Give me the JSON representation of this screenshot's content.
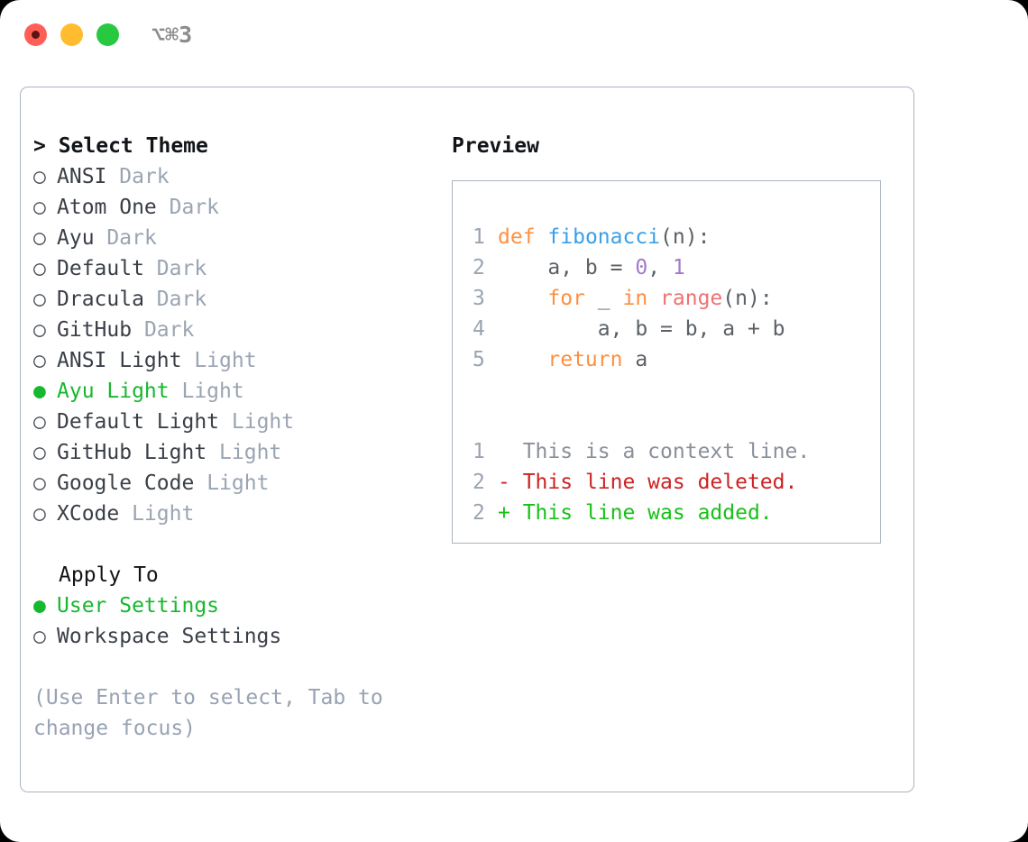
{
  "titlebar": {
    "shortcut": "⌥⌘3",
    "dots": [
      {
        "name": "close",
        "color": "#ff5f57"
      },
      {
        "name": "minimize",
        "color": "#febc2e"
      },
      {
        "name": "maximize",
        "color": "#28c840"
      }
    ]
  },
  "theme_section": {
    "header": "> Select Theme",
    "items": [
      {
        "bullet": "○",
        "label": "ANSI",
        "variant": "Dark",
        "selected": false
      },
      {
        "bullet": "○",
        "label": "Atom One",
        "variant": "Dark",
        "selected": false
      },
      {
        "bullet": "○",
        "label": "Ayu",
        "variant": "Dark",
        "selected": false
      },
      {
        "bullet": "○",
        "label": "Default",
        "variant": "Dark",
        "selected": false
      },
      {
        "bullet": "○",
        "label": "Dracula",
        "variant": "Dark",
        "selected": false
      },
      {
        "bullet": "○",
        "label": "GitHub",
        "variant": "Dark",
        "selected": false
      },
      {
        "bullet": "○",
        "label": "ANSI Light",
        "variant": "Light",
        "selected": false
      },
      {
        "bullet": "●",
        "label": "Ayu Light",
        "variant": "Light",
        "selected": true
      },
      {
        "bullet": "○",
        "label": "Default Light",
        "variant": "Light",
        "selected": false
      },
      {
        "bullet": "○",
        "label": "GitHub Light",
        "variant": "Light",
        "selected": false
      },
      {
        "bullet": "○",
        "label": "Google Code",
        "variant": "Light",
        "selected": false
      },
      {
        "bullet": "○",
        "label": "XCode",
        "variant": "Light",
        "selected": false
      }
    ]
  },
  "apply_section": {
    "header": "Apply To",
    "items": [
      {
        "bullet": "●",
        "label": "User Settings",
        "selected": true
      },
      {
        "bullet": "○",
        "label": "Workspace Settings",
        "selected": false
      }
    ]
  },
  "hint": "(Use Enter to select, Tab to\nchange focus)",
  "preview": {
    "title": "Preview",
    "code_lines": [
      {
        "num": "1",
        "tokens": [
          {
            "t": "def",
            "c": "key"
          },
          {
            "t": " ",
            "c": "punct"
          },
          {
            "t": "fibonacci",
            "c": "fn"
          },
          {
            "t": "(n):",
            "c": "punct"
          }
        ]
      },
      {
        "num": "2",
        "tokens": [
          {
            "t": "    a, b = ",
            "c": "id"
          },
          {
            "t": "0",
            "c": "num"
          },
          {
            "t": ", ",
            "c": "id"
          },
          {
            "t": "1",
            "c": "num"
          }
        ]
      },
      {
        "num": "3",
        "tokens": [
          {
            "t": "    ",
            "c": "id"
          },
          {
            "t": "for",
            "c": "key"
          },
          {
            "t": " _ ",
            "c": "id"
          },
          {
            "t": "in",
            "c": "key"
          },
          {
            "t": " ",
            "c": "id"
          },
          {
            "t": "range",
            "c": "built"
          },
          {
            "t": "(n):",
            "c": "punct"
          }
        ]
      },
      {
        "num": "4",
        "tokens": [
          {
            "t": "        a, b = b, a + b",
            "c": "id"
          }
        ]
      },
      {
        "num": "5",
        "tokens": [
          {
            "t": "    ",
            "c": "id"
          },
          {
            "t": "return",
            "c": "key"
          },
          {
            "t": " a",
            "c": "id"
          }
        ]
      }
    ],
    "diff_lines": [
      {
        "num": "1",
        "marker": "  ",
        "text": "This is a context line.",
        "kind": "ctx"
      },
      {
        "num": "2",
        "marker": "- ",
        "text": "This line was deleted.",
        "kind": "del"
      },
      {
        "num": "2",
        "marker": "+ ",
        "text": "This line was added.",
        "kind": "add"
      }
    ]
  },
  "colors": {
    "accent_green": "#16b82e",
    "border": "#aab4c0",
    "muted": "#9aa4b2",
    "keyword": "#ff8f40",
    "function": "#39a0e8",
    "builtin": "#f07171",
    "number": "#a37acc",
    "identifier": "#5c6166",
    "diff_deleted": "#cc2222",
    "diff_added": "#18c018"
  }
}
